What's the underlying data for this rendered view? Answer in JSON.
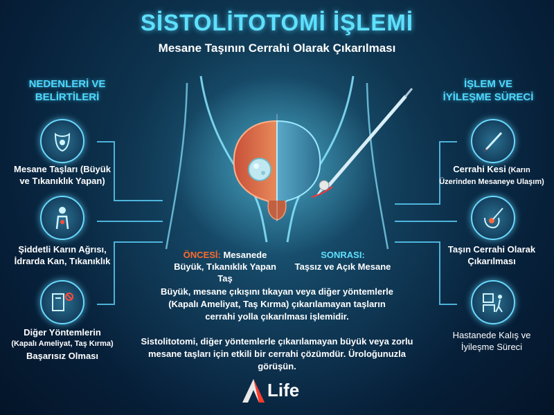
{
  "header": {
    "title": "SİSTOLİTOTOMİ İŞLEMİ",
    "subtitle": "Mesane Taşının Cerrahi Olarak Çıkarılması"
  },
  "left": {
    "heading_line1": "NEDENLERİ VE",
    "heading_line2": "BELİRTİLERİ",
    "items": [
      {
        "icon": "bladder-icon",
        "line1": "Mesane Taşları (Büyük",
        "line2": "ve Tıkanıklık Yapan)"
      },
      {
        "icon": "patient-pain-icon",
        "line1": "Şiddetli Karın Ağrısı,",
        "line2": "İdrarda Kan, Tıkanıklık"
      },
      {
        "icon": "medical-device-icon",
        "line1": "Diğer Yöntemlerin",
        "line2": "(Kapalı Ameliyat, Taş Kırma)",
        "line3": "Başarısız Olması"
      }
    ]
  },
  "right": {
    "heading_line1": "İŞLEM VE",
    "heading_line2": "İYİLEŞME SÜRECİ",
    "items": [
      {
        "icon": "scalpel-icon",
        "line1": "Cerrahi Kesi",
        "line1_small": " (Karın",
        "line2": "Üzerinden Mesaneye Ulaşım)"
      },
      {
        "icon": "stone-removal-icon",
        "line1": "Taşın Cerrahi Olarak",
        "line2": "Çıkarılması"
      },
      {
        "icon": "hospital-stay-icon",
        "line1": "Hastanede Kalış ve",
        "line2": "İyileşme Süreci"
      }
    ]
  },
  "center": {
    "before_label": "ÖNCESİ:",
    "before_text1": "Mesanede",
    "before_text2": "Büyük, Tıkanıklık Yapan Taş",
    "after_label": "SONRASI:",
    "after_text": "Taşsız ve Açık Mesane",
    "para1_line1": "Büyük, mesane çıkışını tıkayan veya diğer yöntemlerle",
    "para1_line2": "(Kapalı Ameliyat, Taş Kırma) çıkarılamayan taşların",
    "para1_line3": "cerrahi yolla çıkarılması işlemidir.",
    "para2_line1": "Sistolitotomi, diğer yöntemlerle çıkarılamayan büyük veya zorlu",
    "para2_line2": "mesane taşları için etkili bir cerrahi çözümdür. Üroloğunuzla görüşün."
  },
  "logo": {
    "text": "Life"
  },
  "colors": {
    "accent": "#5fe0ff",
    "highlight": "#ff6a2a",
    "background": "#0e3550"
  }
}
